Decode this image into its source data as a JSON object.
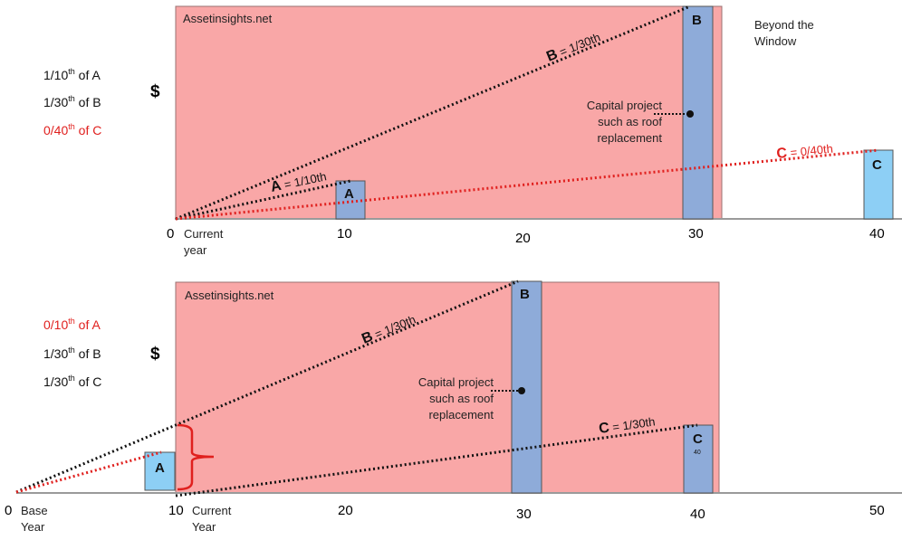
{
  "top": {
    "brand": "Assetinsights.net",
    "dollar": "$",
    "beyond": [
      "Beyond the",
      "Window"
    ],
    "capital": [
      "Capital project",
      "such as roof",
      "replacement"
    ],
    "fractions": [
      {
        "num": "1/10",
        "sup": "th",
        "of": " of A",
        "red": false
      },
      {
        "num": "1/30",
        "sup": "th",
        "of": " of B",
        "red": false
      },
      {
        "num": "0/40",
        "sup": "th",
        "of": " of C",
        "red": true
      }
    ],
    "boxes": {
      "a": "A",
      "b": "B",
      "c": "C"
    },
    "lines": {
      "a": {
        "letter": "A",
        "rest": " = 1/10th"
      },
      "b": {
        "letter": "B",
        "rest": " = 1/30th"
      },
      "c": {
        "letter": "C",
        "rest": " = 0/40th"
      }
    },
    "ticks": [
      "0",
      "10",
      "20",
      "30",
      "40"
    ],
    "current": [
      "Current",
      "year"
    ]
  },
  "bottom": {
    "brand": "Assetinsights.net",
    "dollar": "$",
    "capital": [
      "Capital project",
      "such as roof",
      "replacement"
    ],
    "fractions": [
      {
        "num": "0/10",
        "sup": "th",
        "of": " of A",
        "red": true
      },
      {
        "num": "1/30",
        "sup": "th",
        "of": " of B",
        "red": false
      },
      {
        "num": "1/30",
        "sup": "th",
        "of": " of C",
        "red": false
      }
    ],
    "boxes": {
      "a": "A",
      "b": "B",
      "c": "C",
      "c_sub": "40"
    },
    "lines": {
      "b": {
        "letter": "B",
        "rest": " = 1/30th"
      },
      "c": {
        "letter": "C",
        "rest": " = 1/30th"
      }
    },
    "ticks": [
      "0",
      "10",
      "20",
      "30",
      "40",
      "50"
    ],
    "base": [
      "Base",
      "Year"
    ],
    "current": [
      "Current",
      "Year"
    ]
  },
  "colors": {
    "window": "#f9a7a7",
    "window_border": "#9a7070",
    "box_b": "#8eabd9",
    "box_light": "#8dcff5",
    "red": "#e0201e",
    "axis": "#9a9a9a"
  }
}
